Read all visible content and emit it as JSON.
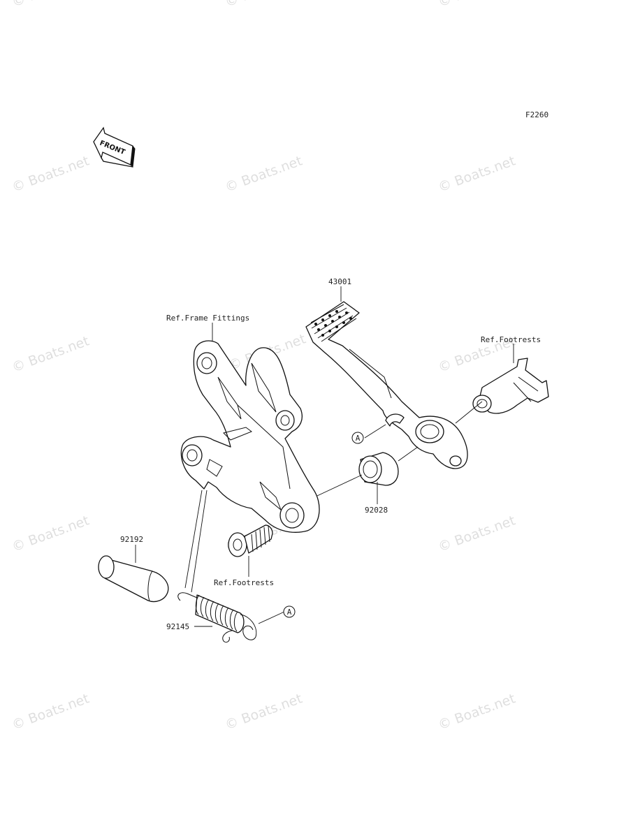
{
  "diagram": {
    "figure_code": "F2260",
    "front_label": "FRONT",
    "callouts": {
      "brake_pedal": "43001",
      "frame_fittings": "Ref.Frame Fittings",
      "footrests_top": "Ref.Footrests",
      "footrests_bottom": "Ref.Footrests",
      "bushing": "92028",
      "collar": "92192",
      "spring": "92145",
      "ref_a_top": "A",
      "ref_a_bottom": "A"
    },
    "watermark": "© Boats.net"
  },
  "colors": {
    "line": "#111111",
    "background": "#ffffff"
  }
}
